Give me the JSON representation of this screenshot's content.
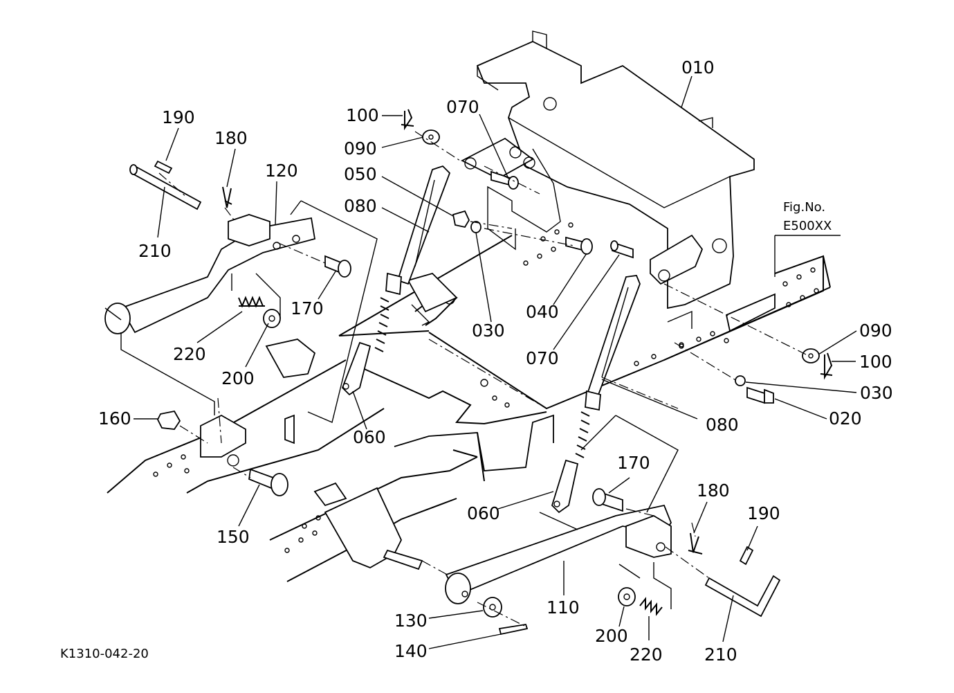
{
  "figure": {
    "fig_label": "Fig.No.",
    "fig_number": "E500XX",
    "drawing_code": "K1310-042-20"
  },
  "callouts": {
    "c010": "010",
    "c020": "020",
    "c030a": "030",
    "c030b": "030",
    "c040": "040",
    "c050": "050",
    "c060a": "060",
    "c060b": "060",
    "c070a": "070",
    "c070b": "070",
    "c080a": "080",
    "c080b": "080",
    "c090a": "090",
    "c090b": "090",
    "c100a": "100",
    "c100b": "100",
    "c110": "110",
    "c120": "120",
    "c130": "130",
    "c140": "140",
    "c150": "150",
    "c160": "160",
    "c170a": "170",
    "c170b": "170",
    "c180a": "180",
    "c180b": "180",
    "c190a": "190",
    "c190b": "190",
    "c200a": "200",
    "c200b": "200",
    "c210a": "210",
    "c210b": "210",
    "c220a": "220",
    "c220b": "220"
  }
}
